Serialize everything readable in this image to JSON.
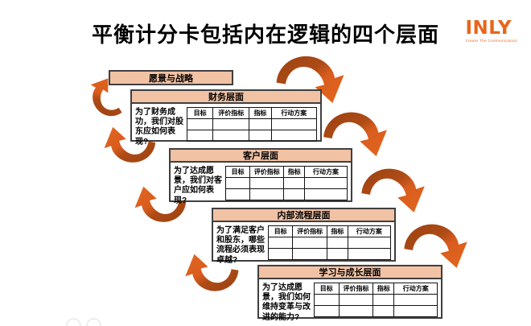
{
  "title": "平衡计分卡包括内在逻辑的四个层面",
  "logo": {
    "name": "INLY",
    "tagline": "Create The Communication"
  },
  "vision": {
    "label": "愿景与战略"
  },
  "columns": [
    "目标",
    "评价指标",
    "指标",
    "行动方案"
  ],
  "sections": [
    {
      "header": "财务层面",
      "question": "为了财务成功，我们对股东应如何表现?"
    },
    {
      "header": "客户层面",
      "question": "为了达成愿景，我们对客户应如何表现?"
    },
    {
      "header": "内部流程层面",
      "question": "为了满足客户和股东，哪些流程必须表现卓越?"
    },
    {
      "header": "学习与成长层面",
      "question": "为了达成愿景，我们如何维持变革与改进的能力?"
    }
  ],
  "colors": {
    "panel_fill": "#F2C2A5",
    "border_dark": "#3F3F3F",
    "arrow_dark": "#9A4212",
    "arrow_bright": "#DC5E1F",
    "logo_orange": "#E8651A"
  }
}
